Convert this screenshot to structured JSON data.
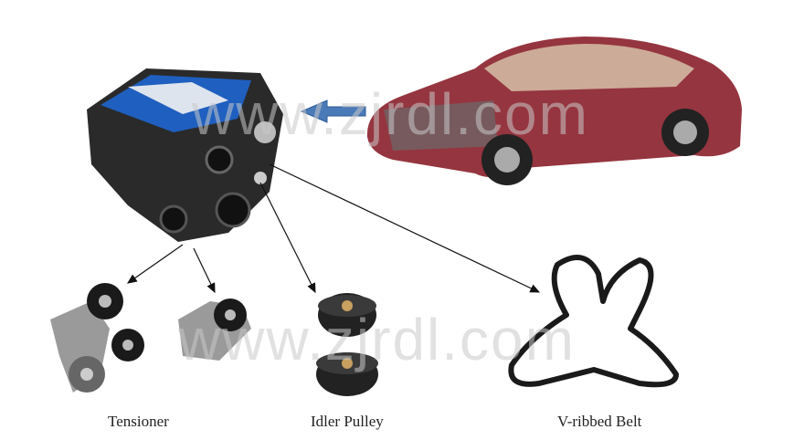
{
  "watermark": "www.zjrdl.com",
  "labels": {
    "tensioner": "Tensioner",
    "idler_pulley": "Idler Pulley",
    "belt": "V-ribbed Belt"
  },
  "colors": {
    "arrow_blue": "#4a7ab8",
    "engine_blue": "#1f5fbf",
    "car_red": "#8a1f2a",
    "belt": "#1a1a1a"
  }
}
